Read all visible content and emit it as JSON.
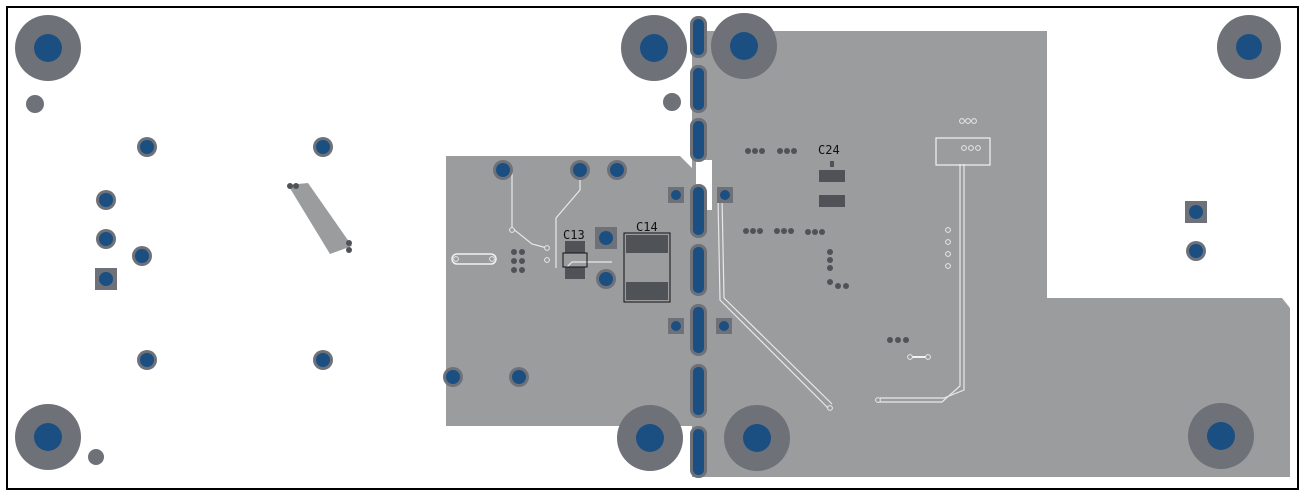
{
  "colors": {
    "background": "#ffffff",
    "outline": "#000000",
    "copper": "#9b9c9e",
    "pad_ring": "#6e7178",
    "drill": "#1b4f82",
    "smd": "#4f5257",
    "trace_line": "#e8e8e8"
  },
  "designators": {
    "c13": "C13",
    "c14": "C14",
    "c24": "C24"
  }
}
